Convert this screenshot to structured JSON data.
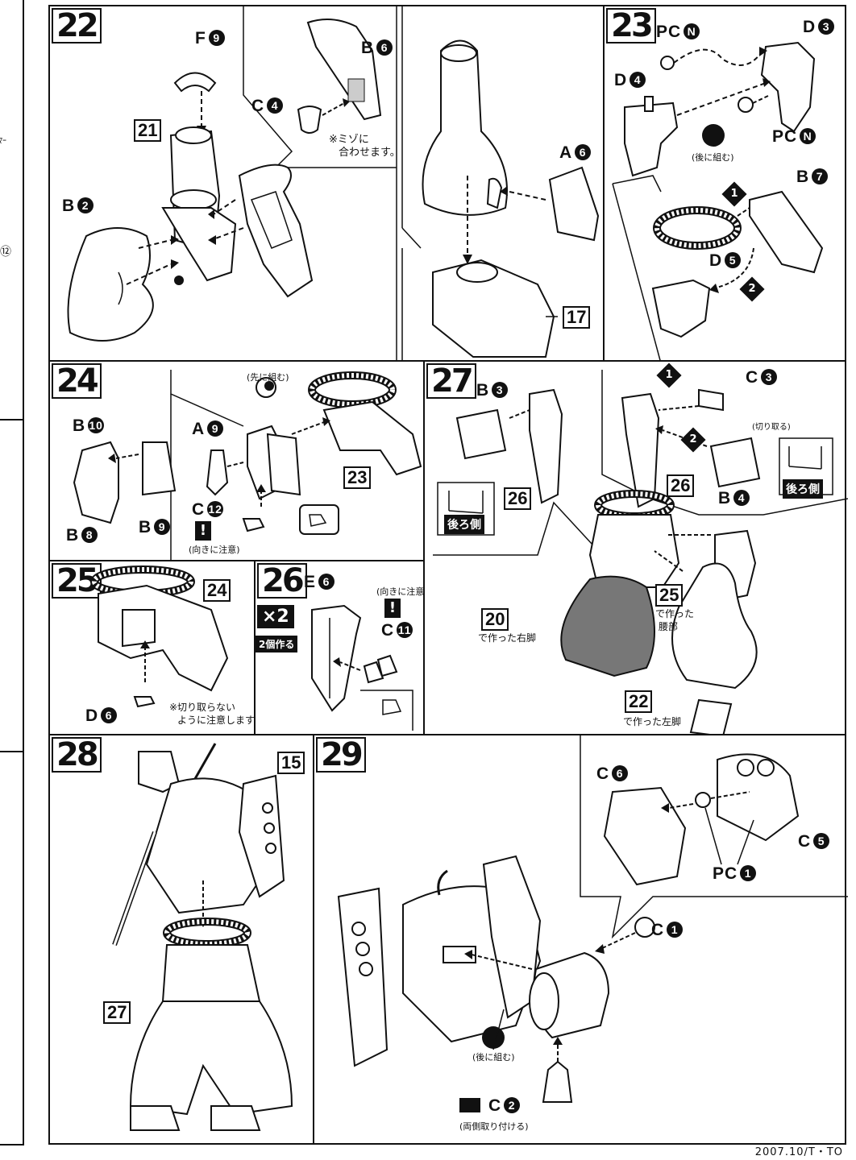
{
  "footer": "2007.10/T・TO",
  "left_strip": {
    "text_top": "ﾏｰ",
    "text_mid": "⑫"
  },
  "step22": {
    "number": "22",
    "labels": {
      "f9": "F",
      "f9c": "9",
      "b6": "B",
      "b6c": "6",
      "c4": "C",
      "c4c": "4",
      "b2": "B",
      "b2c": "2"
    },
    "ref21": "21",
    "note_line1": "※ミゾに",
    "note_line2": "合わせます。"
  },
  "step22b": {
    "a6": "A",
    "a6c": "6",
    "ref17": "17"
  },
  "step23": {
    "number": "23",
    "labels": {
      "pcn1": "PC",
      "pcn1c": "N",
      "d3": "D",
      "d3c": "3",
      "d4": "D",
      "d4c": "4",
      "pcn2": "PC",
      "pcn2c": "N",
      "b7": "B",
      "b7c": "7",
      "d5": "D",
      "d5c": "5"
    },
    "later_note": "(後に組む)",
    "seq1": "1",
    "seq2": "2"
  },
  "step24": {
    "number": "24",
    "labels": {
      "b10": "B",
      "b10c": "10",
      "b8": "B",
      "b8c": "8",
      "b9": "B",
      "b9c": "9",
      "a9": "A",
      "a9c": "9",
      "c12": "C",
      "c12c": "12"
    },
    "first_note": "(先に組む)",
    "direction_note": "(向きに注意)",
    "ref23": "23",
    "warn": "!"
  },
  "step25": {
    "number": "25",
    "ref24": "24",
    "d6": "D",
    "d6c": "6",
    "note_line1": "※切り取らない",
    "note_line2": "ように注意します。"
  },
  "step26": {
    "number": "26",
    "times": "×2",
    "make_two": "2個作る",
    "e6": "E",
    "e6c": "6",
    "c11": "C",
    "c11c": "11",
    "direction_note": "(向きに注意)",
    "warn": "!"
  },
  "step27": {
    "number": "27",
    "labels": {
      "b3": "B",
      "b3c": "3",
      "c3": "C",
      "c3c": "3",
      "b4": "B",
      "b4c": "4"
    },
    "ref26a": "26",
    "ref26b": "26",
    "back_side_a": "後ろ側",
    "back_side_b": "後ろ側",
    "cut_off": "(切り取る)",
    "ref25": "25",
    "waist_line1": "で作った",
    "waist_line2": "腰部",
    "ref20": "20",
    "right_leg": "で作った右脚",
    "ref22": "22",
    "left_leg": "で作った左脚",
    "seq1": "1",
    "seq2": "2"
  },
  "step28": {
    "number": "28",
    "ref15": "15",
    "ref27": "27"
  },
  "step29": {
    "number": "29",
    "labels": {
      "c6": "C",
      "c6c": "6",
      "c5": "C",
      "c5c": "5",
      "pc1": "PC",
      "pc1c": "1",
      "c1": "C",
      "c1c": "1",
      "c2": "C",
      "c2c": "2"
    },
    "later_note": "(後に組む)",
    "both_sides": "(両側取り付ける)"
  }
}
